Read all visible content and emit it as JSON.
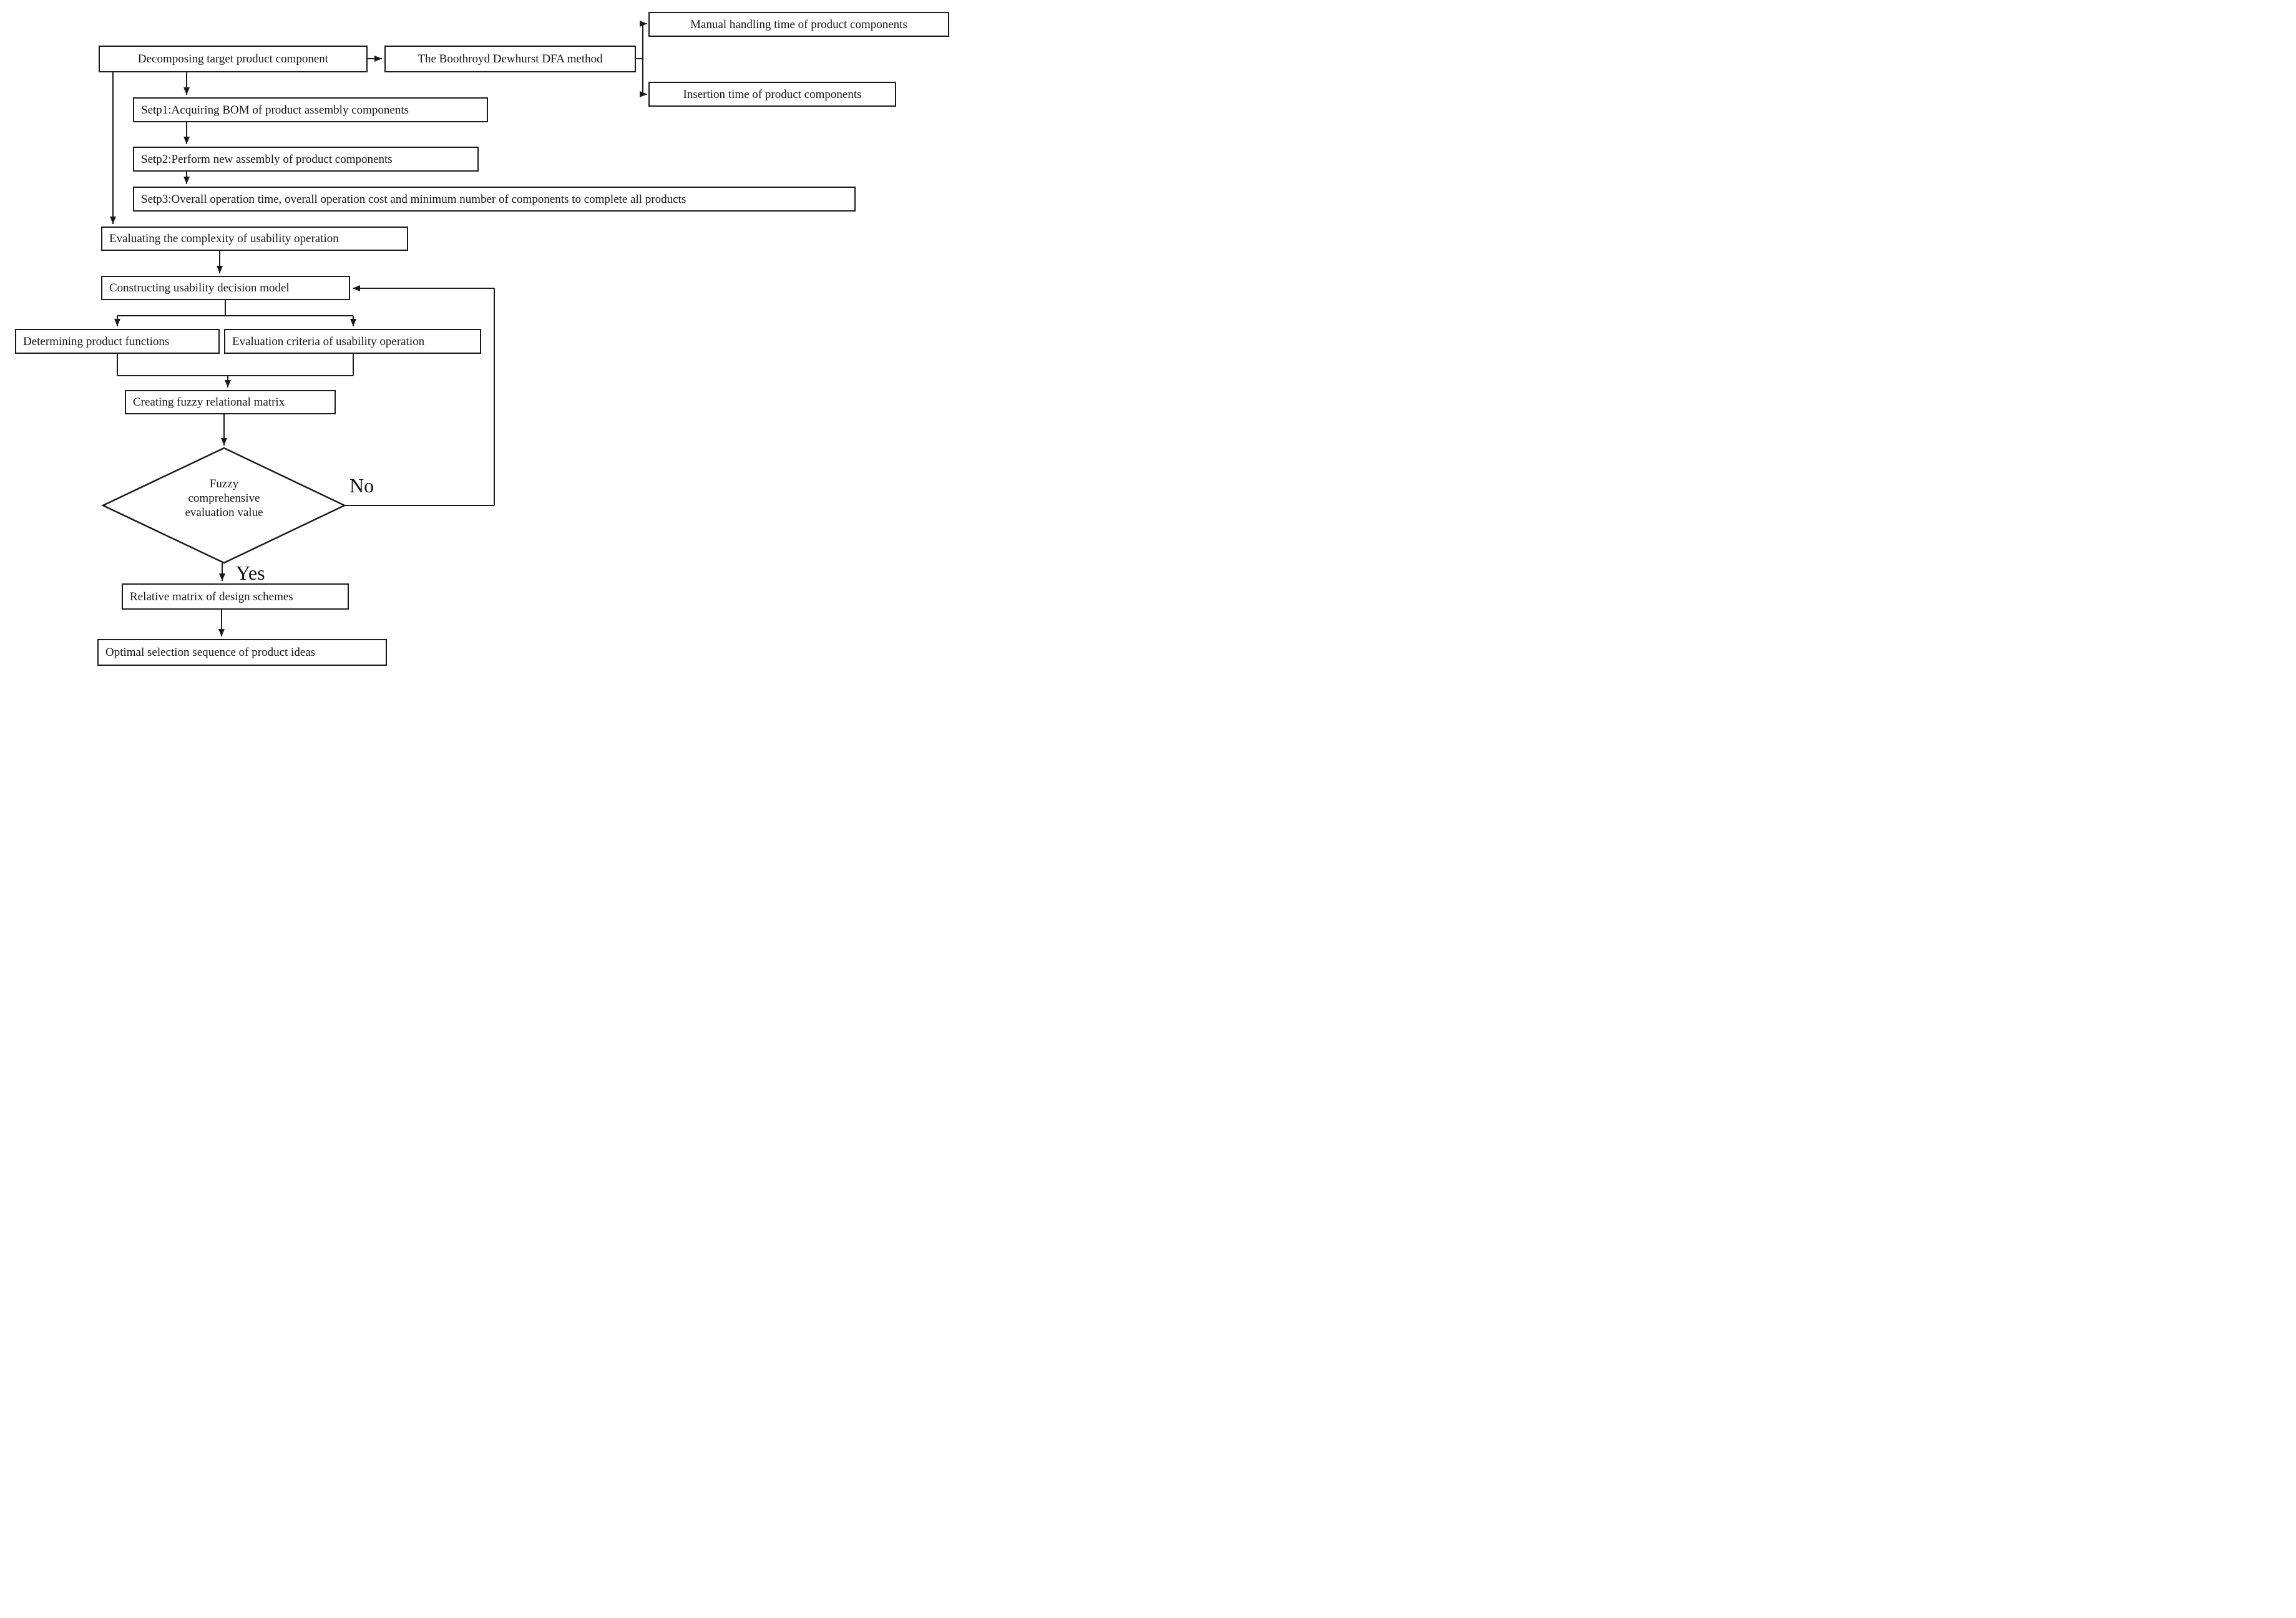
{
  "diagram": {
    "title": "DFA and fuzzy usability evaluation flowchart",
    "colors": {
      "background": "#ffffff",
      "line": "#1a1a1a",
      "box_fill": "#ffffff",
      "text": "#151515"
    },
    "nodes": {
      "decomposing": {
        "label": "Decomposing target product component"
      },
      "dfa_method": {
        "label": "The Boothroyd Dewhurst DFA method"
      },
      "manual_handling": {
        "label": "Manual handling time of product components"
      },
      "insertion_time": {
        "label": "Insertion time of product components"
      },
      "step1": {
        "label": "Setp1:Acquiring BOM of product assembly components"
      },
      "step2": {
        "label": "Setp2:Perform new assembly of product components"
      },
      "step3": {
        "label": "Setp3:Overall operation time, overall operation cost and minimum number of components to complete all products"
      },
      "evaluating_complexity": {
        "label": "Evaluating the complexity of usability operation"
      },
      "constructing_model": {
        "label": "Constructing usability decision model"
      },
      "determining_functions": {
        "label": "Determining product functions"
      },
      "evaluation_criteria": {
        "label": "Evaluation criteria of usability operation"
      },
      "creating_matrix": {
        "label": "Creating fuzzy relational matrix"
      },
      "decision": {
        "lines": [
          "Fuzzy",
          "comprehensive",
          "evaluation value"
        ]
      },
      "relative_matrix": {
        "label": "Relative matrix of design schemes"
      },
      "optimal_selection": {
        "label": "Optimal selection sequence of product ideas"
      }
    },
    "edge_labels": {
      "no": "No",
      "yes": "Yes"
    }
  }
}
